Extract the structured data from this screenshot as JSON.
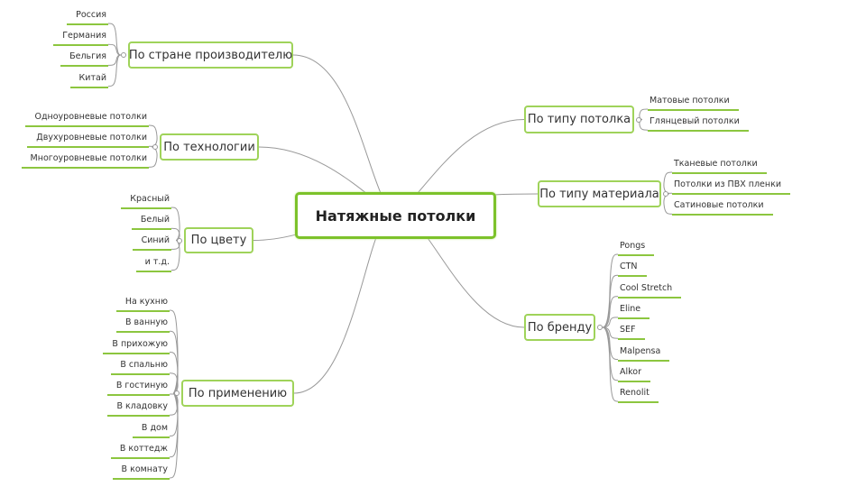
{
  "center": "Натяжные потолки",
  "branches": [
    {
      "id": "country",
      "label": "По стране производителю",
      "items": [
        "Россия",
        "Германия",
        "Бельгия",
        "Китай"
      ]
    },
    {
      "id": "technology",
      "label": "По технологии",
      "items": [
        "Одноуровневые потолки",
        "Двухуровневые потолки",
        "Многоуровневые потолки"
      ]
    },
    {
      "id": "color",
      "label": "По цвету",
      "items": [
        "Красный",
        "Белый",
        "Синий",
        "и т.д."
      ]
    },
    {
      "id": "application",
      "label": "По применению",
      "items": [
        "На кухню",
        "В ванную",
        "В прихожую",
        "В спальню",
        "В гостиную",
        "В кладовку",
        "В дом",
        "В коттедж",
        "В комнату"
      ]
    },
    {
      "id": "ceiling-type",
      "label": "По типу потолка",
      "items": [
        "Матовые потолки",
        "Глянцевый потолки"
      ]
    },
    {
      "id": "material",
      "label": "По типу материала",
      "items": [
        "Тканевые потолки",
        "Потолки из ПВХ пленки",
        "Сатиновые потолки"
      ]
    },
    {
      "id": "brand",
      "label": "По бренду",
      "items": [
        "Pongs",
        "CTN",
        "Cool Stretch",
        "Eline",
        "SEF",
        "Malpensa",
        "Alkor",
        "Renolit"
      ]
    }
  ],
  "colors": {
    "accent": "#8cc63f",
    "line": "#999999"
  }
}
